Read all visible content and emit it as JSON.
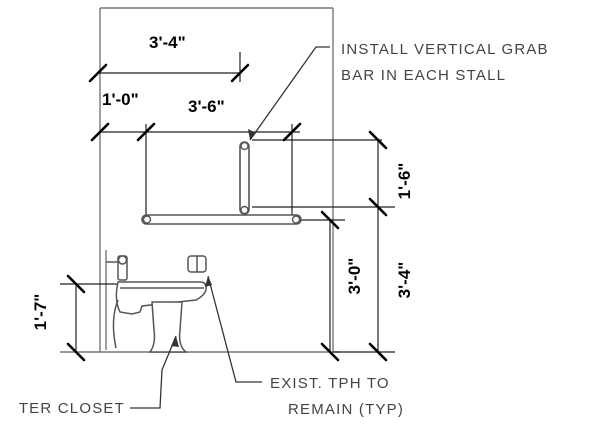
{
  "dimensions": {
    "top_width": "3'-4\"",
    "left_offset": "1'-0\"",
    "grab_bar_length": "3'-6\"",
    "vertical_bar_height": "1'-6\"",
    "total_height": "3'-4\"",
    "horizontal_bar_height": "3'-0\"",
    "seat_height": "1'-7\""
  },
  "notes": {
    "grab_bar_line1": "INSTALL VERTICAL GRAB",
    "grab_bar_line2": "BAR IN EACH STALL",
    "water_closet": "TER CLOSET",
    "tph_line1": "EXIST. TPH TO",
    "tph_line2": "REMAIN (TYP)"
  }
}
